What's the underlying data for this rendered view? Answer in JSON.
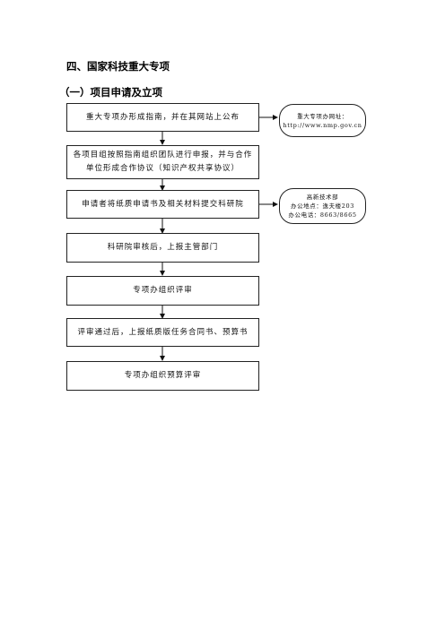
{
  "section_title": "四、国家科技重大专项",
  "subsection_title": "（一）项目申请及立项",
  "steps": [
    "重大专项办形成指南，并在其网站上公布",
    "各项目组按照指南组织团队进行申报，并与合作单位形成合作协议（知识产权共享协议）",
    "申请者将纸质申请书及相关材料提交科研院",
    "科研院审核后，上报主管部门",
    "专项办组织评审",
    "评审通过后，上报纸质版任务合同书、预算书",
    "专项办组织预算评审"
  ],
  "notes": {
    "website": {
      "line1": "重大专项办网址：",
      "line2": "http://www.nmp.gov.cn"
    },
    "office": {
      "line1": "高新技术部",
      "line2": "办公地点：逸夫楼203",
      "line3": "办公电话：8663/8665"
    }
  }
}
